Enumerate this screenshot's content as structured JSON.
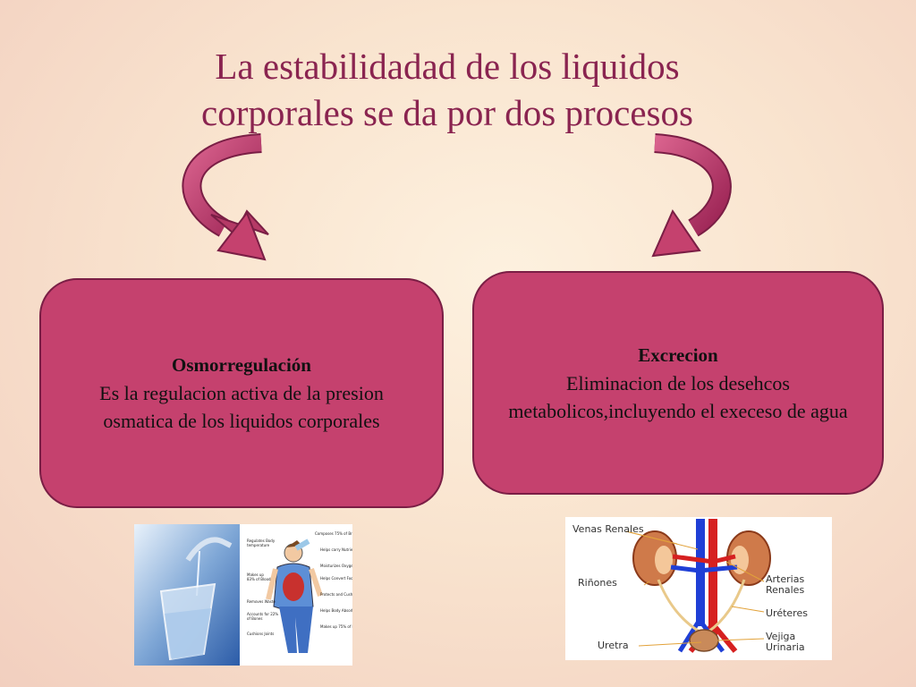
{
  "title": {
    "line1": "La estabilidadad de los liquidos",
    "line2": "corporales se da por dos procesos"
  },
  "boxes": [
    {
      "heading": "Osmorregulación",
      "text": "Es la regulacion activa de la presion osmatica de los liquidos corporales"
    },
    {
      "heading": "Excrecion",
      "text": "Eliminacion de los desehcos metabolicos,incluyendo el execeso de agua"
    }
  ],
  "kidney_labels": {
    "venas": "Venas Renales",
    "rinones": "Riñones",
    "arterias": "Arterias Renales",
    "ureteres": "Uréteres",
    "uretra": "Uretra",
    "vejiga": "Vejiga Urinaria"
  },
  "colors": {
    "accent": "#c5416e",
    "title": "#8a2450"
  }
}
